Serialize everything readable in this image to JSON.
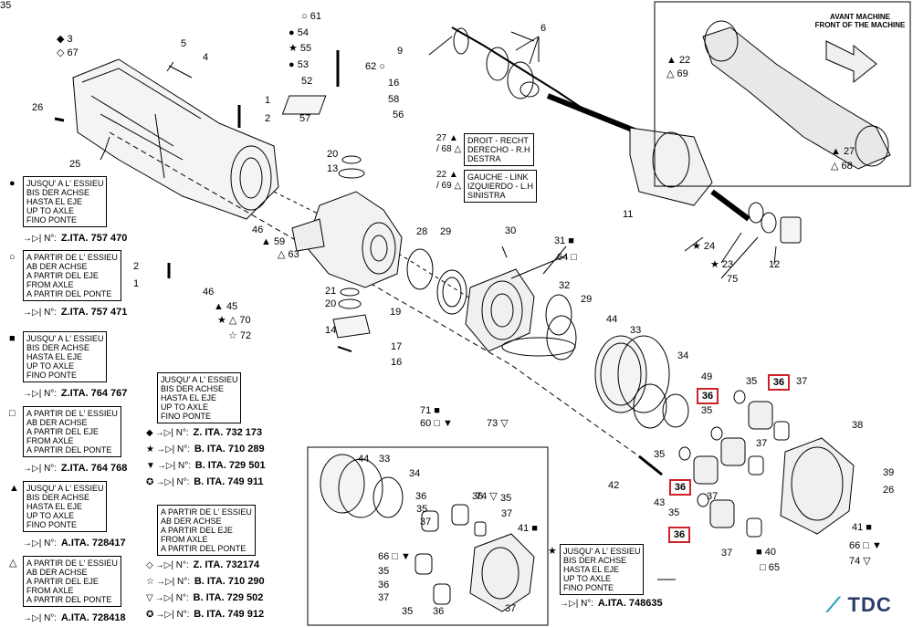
{
  "diagram": {
    "front_title": [
      "AVANT MACHINE",
      "FRONT OF THE MACHINE"
    ],
    "logo_text": "TDC",
    "highlight_color": "#d0202a",
    "part_labels": [
      {
        "t": "◆ 3"
      },
      {
        "t": "◇ 67"
      },
      {
        "t": "5"
      },
      {
        "t": "4"
      },
      {
        "t": "26"
      },
      {
        "t": "1"
      },
      {
        "t": "2"
      },
      {
        "t": "25"
      },
      {
        "t": "○ 61"
      },
      {
        "t": "● 54"
      },
      {
        "t": "★ 55"
      },
      {
        "t": "● 53"
      },
      {
        "t": "62 ○"
      },
      {
        "t": "52"
      },
      {
        "t": "16"
      },
      {
        "t": "58"
      },
      {
        "t": "56"
      },
      {
        "t": "57"
      },
      {
        "t": "20"
      },
      {
        "t": "13"
      },
      {
        "t": "9"
      },
      {
        "t": "6"
      },
      {
        "t": "46"
      },
      {
        "t": "▲ 59"
      },
      {
        "t": "△ 63"
      },
      {
        "t": "2"
      },
      {
        "t": "1"
      },
      {
        "t": "46"
      },
      {
        "t": "▲ 45"
      },
      {
        "t": "★ △ 70"
      },
      {
        "t": "☆ 72"
      },
      {
        "t": "21"
      },
      {
        "t": "20"
      },
      {
        "t": "19"
      },
      {
        "t": "14"
      },
      {
        "t": "17"
      },
      {
        "t": "16"
      },
      {
        "t": "28"
      },
      {
        "t": "29"
      },
      {
        "t": "30"
      },
      {
        "t": "31 ■"
      },
      {
        "t": "64 □"
      },
      {
        "t": "32"
      },
      {
        "t": "29"
      },
      {
        "t": "44"
      },
      {
        "t": "33"
      },
      {
        "t": "34"
      },
      {
        "t": "49"
      },
      {
        "t": "35"
      },
      {
        "t": "37"
      },
      {
        "t": "35"
      },
      {
        "t": "37"
      },
      {
        "t": "35"
      },
      {
        "t": "37"
      },
      {
        "t": "35"
      },
      {
        "t": "37"
      },
      {
        "t": "42"
      },
      {
        "t": "43"
      },
      {
        "t": "38"
      },
      {
        "t": "39"
      },
      {
        "t": "26"
      },
      {
        "t": "41 ■"
      },
      {
        "t": "66 □ ▼"
      },
      {
        "t": "74 ▽"
      },
      {
        "t": "■ 40"
      },
      {
        "t": "□ 65"
      },
      {
        "t": "11"
      },
      {
        "t": "★ 24"
      },
      {
        "t": "★ 23"
      },
      {
        "t": "75"
      },
      {
        "t": "12"
      },
      {
        "t": "▲ 22"
      },
      {
        "t": "△ 69"
      },
      {
        "t": "▲ 27"
      },
      {
        "t": "△ 68"
      },
      {
        "t": "71 ■"
      },
      {
        "t": "60 □ ▼"
      },
      {
        "t": "73 ▽"
      },
      {
        "t": "44"
      },
      {
        "t": "33"
      },
      {
        "t": "34"
      },
      {
        "t": "36"
      },
      {
        "t": "35"
      },
      {
        "t": "36"
      },
      {
        "t": "37"
      },
      {
        "t": "35"
      },
      {
        "t": "37"
      },
      {
        "t": "41 ■"
      },
      {
        "t": "66 □ ▼"
      },
      {
        "t": "35"
      },
      {
        "t": "36"
      },
      {
        "t": "37"
      },
      {
        "t": "35"
      },
      {
        "t": "36"
      },
      {
        "t": "37"
      },
      {
        "t": "74 ▽"
      },
      {
        "t": "35"
      }
    ],
    "highlighted_labels": [
      "36",
      "36",
      "36",
      "36"
    ],
    "side_refs": [
      {
        "sym": "27 ▲ / 68 △",
        "lines": [
          "DROIT - RECHT",
          "DERECHO - R.H",
          "DESTRA"
        ]
      },
      {
        "sym": "22 ▲ / 69 △",
        "lines": [
          "GAUCHE - LINK",
          "IZQUIERDO - L.H",
          "SINISTRA"
        ]
      }
    ],
    "notes": [
      {
        "sym": "●",
        "lines": [
          "JUSQU' A L' ESSIEU",
          "BIS DER ACHSE",
          "HASTA EL EJE",
          "UP TO AXLE",
          "FINO PONTE"
        ],
        "ref": "Z.ITA. 757 470"
      },
      {
        "sym": "○",
        "lines": [
          "A PARTIR DE L' ESSIEU",
          "AB DER ACHSE",
          "A PARTIR DEL EJE",
          "FROM AXLE",
          "A PARTIR DEL PONTE"
        ],
        "ref": "Z.ITA. 757 471"
      },
      {
        "sym": "■",
        "lines": [
          "JUSQU' A L' ESSIEU",
          "BIS DER ACHSE",
          "HASTA EL EJE",
          "UP TO AXLE",
          "FINO PONTE"
        ],
        "ref": "Z.ITA. 764 767"
      },
      {
        "sym": "□",
        "lines": [
          "A PARTIR DE L' ESSIEU",
          "AB DER ACHSE",
          "A PARTIR DEL EJE",
          "FROM AXLE",
          "A PARTIR DEL PONTE"
        ],
        "ref": "Z.ITA. 764 768"
      },
      {
        "sym": "▲",
        "lines": [
          "JUSQU' A L' ESSIEU",
          "BIS DER ACHSE",
          "HASTA EL EJE",
          "UP TO AXLE",
          "FINO PONTE"
        ],
        "ref": "A.ITA. 728417"
      },
      {
        "sym": "△",
        "lines": [
          "A PARTIR DE L' ESSIEU",
          "AB DER ACHSE",
          "A PARTIR DEL EJE",
          "FROM AXLE",
          "A PARTIR DEL PONTE"
        ],
        "ref": "A.ITA. 728418"
      }
    ],
    "mid_note_upto": [
      "JUSQU' A L' ESSIEU",
      "BIS DER ACHSE",
      "HASTA EL EJE",
      "UP TO AXLE",
      "FINO PONTE"
    ],
    "mid_refs_upto": [
      {
        "sym": "◆",
        "ref": "Z. ITA. 732 173"
      },
      {
        "sym": "★",
        "ref": "B. ITA. 710 289"
      },
      {
        "sym": "▼",
        "ref": "B. ITA. 729 501"
      },
      {
        "sym": "✪",
        "ref": "B. ITA. 749 911"
      }
    ],
    "mid_note_from": [
      "A PARTIR DE L' ESSIEU",
      "AB DER ACHSE",
      "A PARTIR DEL EJE",
      "FROM AXLE",
      "A PARTIR DEL PONTE"
    ],
    "mid_refs_from": [
      {
        "sym": "◇",
        "ref": "Z. ITA. 732174"
      },
      {
        "sym": "☆",
        "ref": "B. ITA. 710 290"
      },
      {
        "sym": "▽",
        "ref": "B. ITA. 729 502"
      },
      {
        "sym": "✪",
        "ref": "B. ITA. 749 912"
      }
    ],
    "star_note": {
      "sym": "★",
      "lines": [
        "JUSQU' A L' ESSIEU",
        "BIS DER ACHSE",
        "HASTA EL EJE",
        "UP TO AXLE",
        "FINO PONTE"
      ],
      "ref": "A.ITA. 748635"
    },
    "ref_prefix": "N°:"
  }
}
